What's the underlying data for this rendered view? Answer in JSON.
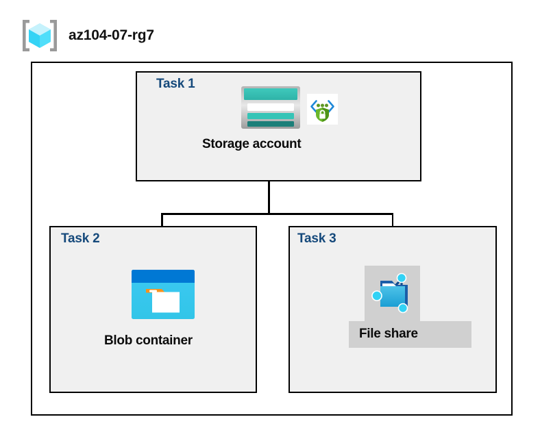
{
  "header": {
    "icon": "resource-group-cube-icon",
    "title": "az104-07-rg7"
  },
  "diagram": {
    "type": "azure-resource-group-architecture",
    "container_name": "az104-07-rg7",
    "panels": [
      {
        "task_label": "Task 1",
        "resource_label": "Storage account",
        "icons": [
          "storage-account-icon",
          "storage-security-icon"
        ],
        "highlighted": false
      },
      {
        "task_label": "Task 2",
        "resource_label": "Blob container",
        "icons": [
          "blob-container-icon"
        ],
        "highlighted": false
      },
      {
        "task_label": "Task 3",
        "resource_label": "File share",
        "icons": [
          "file-share-icon"
        ],
        "highlighted": true
      }
    ],
    "connections": [
      {
        "from": "Storage account",
        "to": "Blob container"
      },
      {
        "from": "Storage account",
        "to": "File share"
      }
    ]
  },
  "colors": {
    "task_label": "#15497B",
    "resource_label": "#0B0B0B",
    "panel_fill": "#F0F0F0",
    "panel_border": "#000000",
    "highlight": "#D0D0D0",
    "azure_blue": "#0078D4",
    "cyan": "#32BEDD",
    "teal": "#32BFB4",
    "orange": "#F7921E",
    "green": "#5E9624",
    "bracket_gray": "#9A9A9A"
  }
}
